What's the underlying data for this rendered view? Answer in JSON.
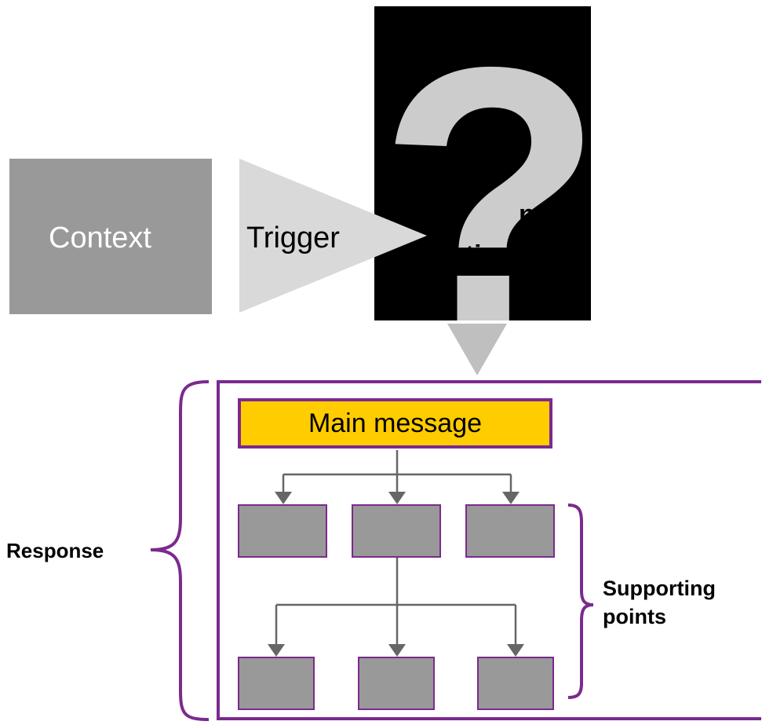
{
  "diagram": {
    "context_label": "Context",
    "trigger_label": "Trigger",
    "question_label_line1": "n",
    "question_label_line2": "estio",
    "question_glyph": "?",
    "main_message_label": "Main message",
    "response_label": "Response",
    "supporting_label_line1": "Supporting",
    "supporting_label_line2": "points"
  },
  "colors": {
    "context_fill": "#999999",
    "trigger_fill": "#D9D9D9",
    "question_panel": "#000000",
    "question_mark": "#CCCCCC",
    "main_message_fill": "#FFCC00",
    "accent_purple": "#7B2A8E",
    "connector_gray": "#666666",
    "down_arrow": "#BFBFBF"
  }
}
